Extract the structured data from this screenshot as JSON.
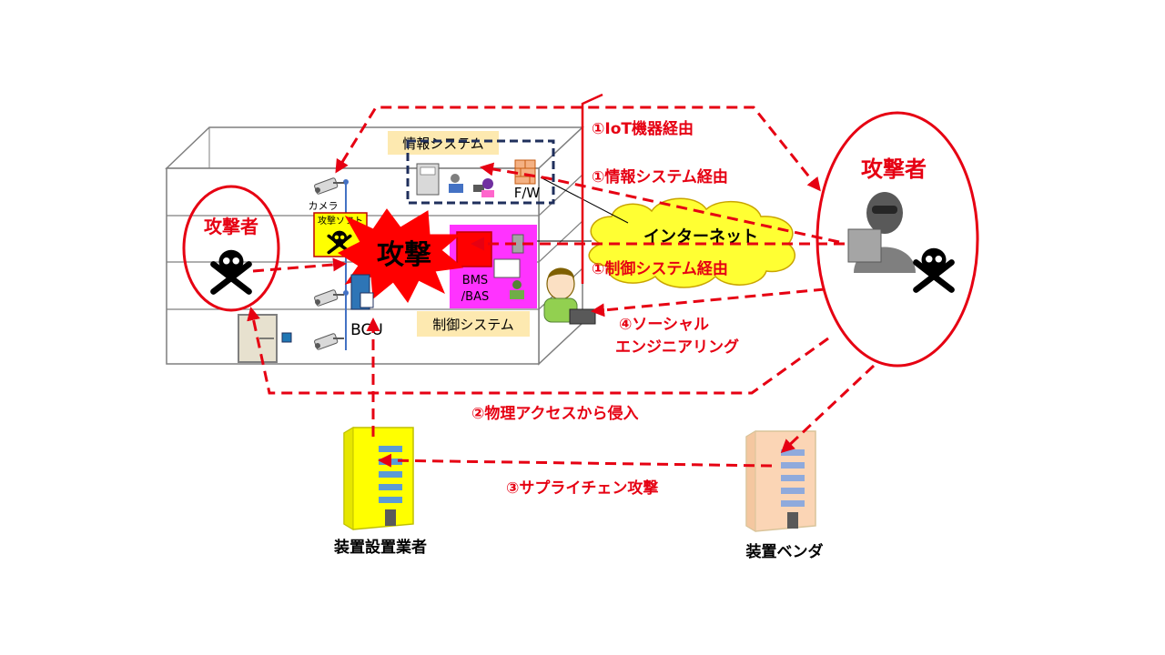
{
  "attacker_right": {
    "label": "攻撃者"
  },
  "attacker_left": {
    "label": "攻撃者"
  },
  "routes": {
    "iot": "①IoT機器経由",
    "info": "①情報システム経由",
    "control": "①制御システム経由",
    "physical": "②物理アクセスから侵入",
    "supply": "③サプライチェン攻撃",
    "social_line1": "④ソーシャル",
    "social_line2": "エンジニアリング"
  },
  "labels": {
    "info_system": "情報システム",
    "control_system": "制御システム",
    "internet": "インターネット",
    "camera": "カメラ",
    "attack_soft": "攻撃ソフト",
    "attack": "攻撃",
    "fw": "F/W",
    "bms_line1": "BMS",
    "bms_line2": "/BAS",
    "bcu": "BCU",
    "installer": "装置設置業者",
    "vendor": "装置ベンダ"
  },
  "colors": {
    "red": "#e60012",
    "dark_red": "#c00000",
    "navy": "#1f2f5c",
    "magenta": "#ff33ff",
    "yellow": "#ffff00",
    "tag": "#fde9b0"
  }
}
